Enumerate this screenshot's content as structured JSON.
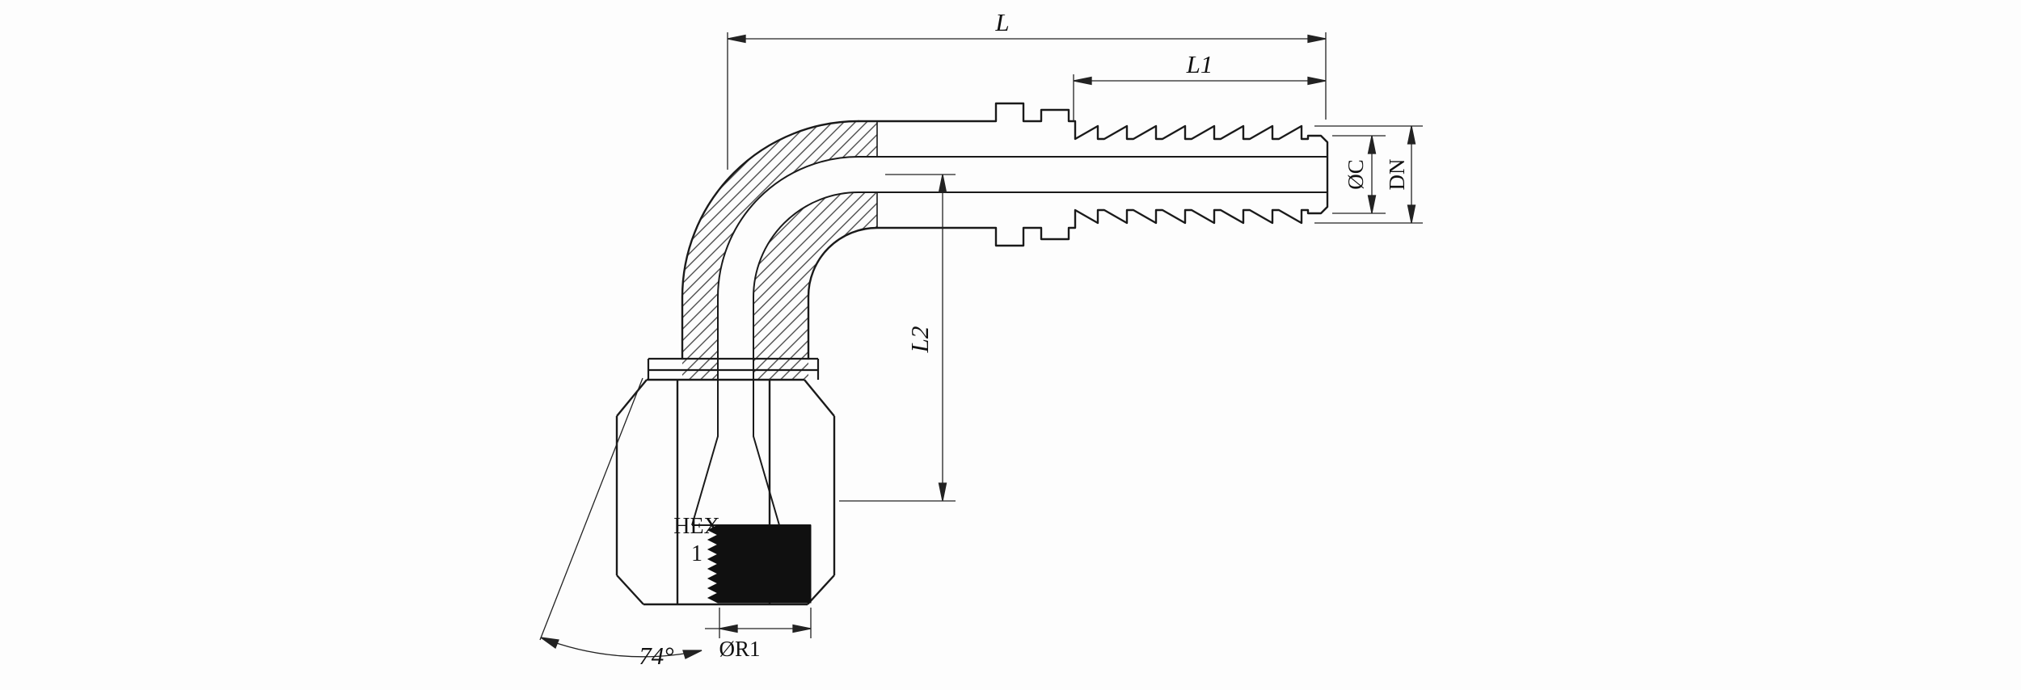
{
  "page": {
    "background": "#fdfdfd",
    "line_color": "#1a1a1a"
  },
  "drawing": {
    "kind": "technical dimension drawing",
    "subject": "90-degree elbow hose fitting with hex swivel nut and serrated hose tail",
    "labels": {
      "overall_length": "L",
      "tail_length": "L1",
      "drop_length": "L2",
      "tail_diameter": "ØC",
      "bore_diameter": "DN",
      "hex_word": "HEX",
      "hex_size_number": "1",
      "thread_diameter": "ØR1",
      "seat_angle": "74°"
    }
  }
}
